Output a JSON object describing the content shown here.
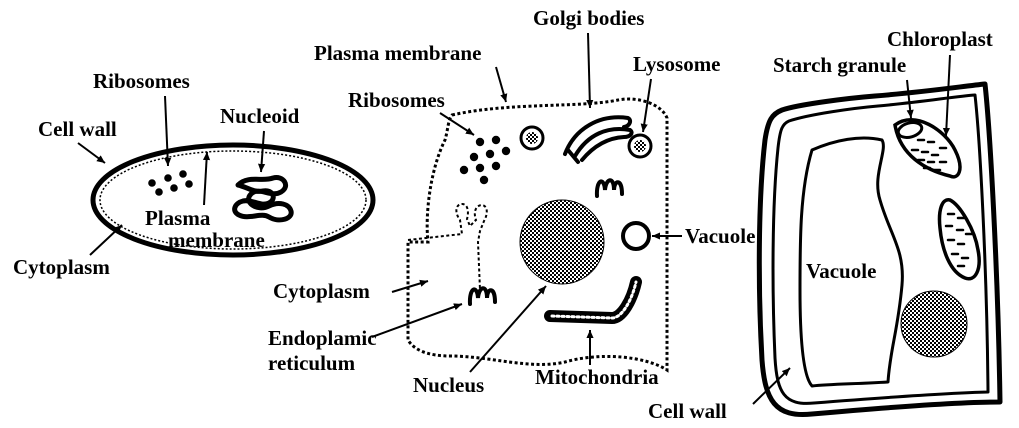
{
  "diagrams": {
    "prokaryote": {
      "labels": {
        "ribosomes": "Ribosomes",
        "nucleoid": "Nucleoid",
        "cell_wall": "Cell wall",
        "plasma_line1": "Plasma",
        "plasma_line2": "membrane",
        "cytoplasm": "Cytoplasm"
      }
    },
    "animal_cell": {
      "labels": {
        "golgi": "Golgi bodies",
        "plasma_membrane": "Plasma membrane",
        "lysosome": "Lysosome",
        "ribosomes": "Ribosomes",
        "vacuole": "Vacuole",
        "cytoplasm": "Cytoplasm",
        "er_line1": "Endoplamic",
        "er_line2": "reticulum",
        "nucleus": "Nucleus",
        "mitochondria": "Mitochondria"
      }
    },
    "plant_cell": {
      "labels": {
        "chloroplast": "Chloroplast",
        "starch": "Starch granule",
        "vacuole": "Vacuole",
        "cell_wall": "Cell wall"
      }
    }
  },
  "colors": {
    "ink": "#000000",
    "paper": "#ffffff"
  }
}
